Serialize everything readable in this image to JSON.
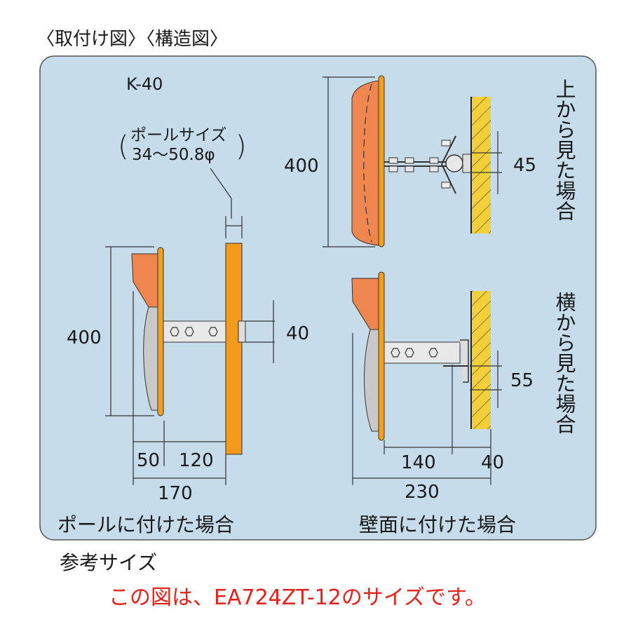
{
  "heading": "〈取付け図〉〈構造図〉",
  "model": "K-40",
  "pole_size": {
    "label": "ポールサイズ",
    "range": "34～50.8φ",
    "open_paren": "(",
    "close_paren": ")"
  },
  "top_view": {
    "height_dim": "400",
    "clamp_dim": "45",
    "label": "上から見た場合"
  },
  "side_view": {
    "clamp_dim": "55",
    "depth_dim": "140",
    "wall_dim": "40",
    "total_dim": "230",
    "label": "横から見た場合"
  },
  "pole_mount": {
    "height_dim": "400",
    "clamp_dim": "40",
    "mirror_dim": "50",
    "arm_dim": "120",
    "total_dim": "170",
    "caption": "ポールに付けた場合"
  },
  "wall_mount": {
    "caption": "壁面に付けた場合"
  },
  "reference": "参考サイズ",
  "note": "この図は、EA724ZT-12のサイズです。",
  "colors": {
    "panel": "#c6dcea",
    "mirror_back": "#ef8650",
    "rim": "#f2a01e",
    "pole": "#f39a1c",
    "wall": "#f3d03a",
    "note": "#e3231b"
  }
}
